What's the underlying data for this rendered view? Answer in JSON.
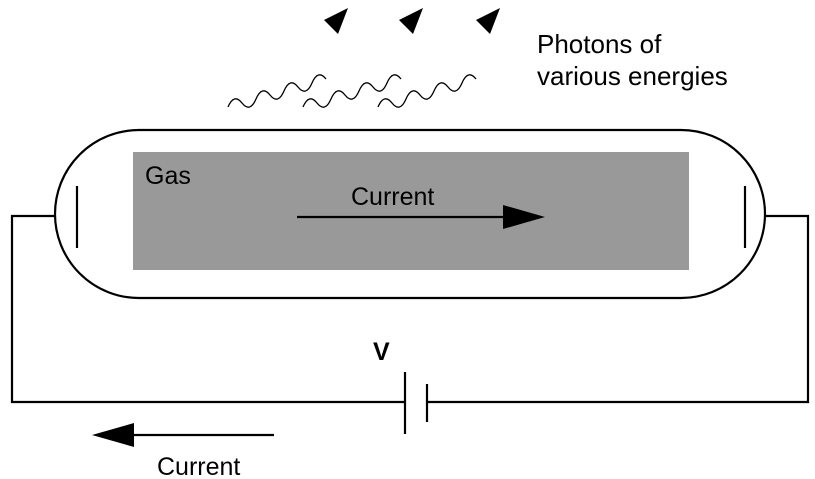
{
  "labels": {
    "photons_line1": "Photons of",
    "photons_line2": "various energies",
    "gas": "Gas",
    "current_top": "Current",
    "voltage": "V",
    "current_bottom": "Current"
  },
  "colors": {
    "gas_fill": "#999999",
    "line": "#000000",
    "background": "#ffffff"
  }
}
